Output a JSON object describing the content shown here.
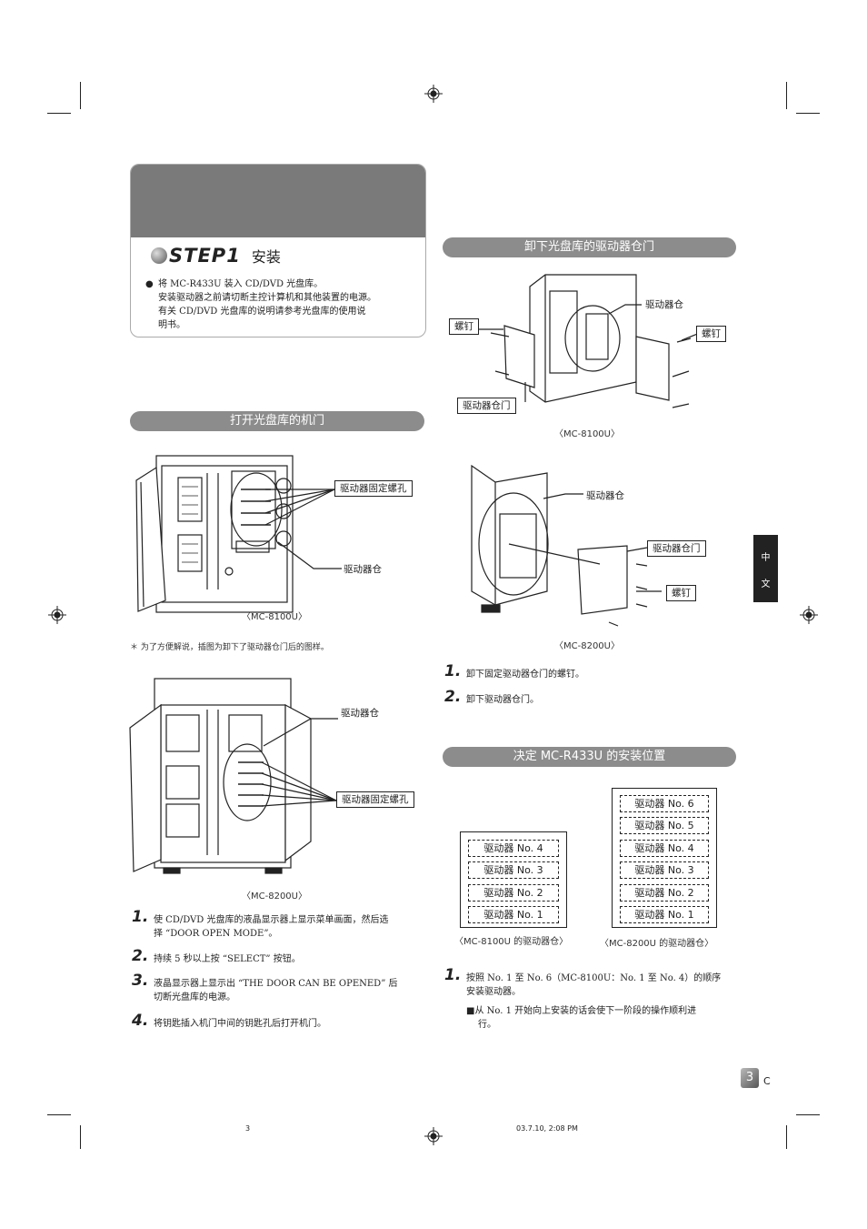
{
  "step": {
    "word": "STEP",
    "number": "1",
    "label": "安装",
    "bullet": "●",
    "lines": [
      "将 MC-R433U 装入 CD/DVD 光盘库。",
      "安装驱动器之前请切断主控计算机和其他装置的电源。",
      "有关 CD/DVD 光盘库的说明请参考光盘库的使用说",
      "明书。"
    ]
  },
  "left": {
    "heading": "打开光盘库的机门",
    "fig1": {
      "label_holes": "驱动器固定螺孔",
      "label_bay": "驱动器仓",
      "caption": "〈MC-8100U〉"
    },
    "note": "＊ 为了方便解说，插图为卸下了驱动器仓门后的图样。",
    "fig2": {
      "label_bay": "驱动器仓",
      "label_holes": "驱动器固定螺孔",
      "caption": "〈MC-8200U〉"
    },
    "steps": [
      {
        "num": "1.",
        "text": [
          "使 CD/DVD 光盘库的液晶显示器上显示菜单画面，然后选",
          "择 “DOOR OPEN MODE”。"
        ]
      },
      {
        "num": "2.",
        "text": [
          "持续 5 秒以上按 “SELECT” 按钮。"
        ]
      },
      {
        "num": "3.",
        "text": [
          "液晶显示器上显示出 “THE DOOR CAN BE OPENED” 后",
          "切断光盘库的电源。"
        ]
      },
      {
        "num": "4.",
        "text": [
          "将钥匙插入机门中间的钥匙孔后打开机门。"
        ]
      }
    ]
  },
  "right": {
    "heading1": "卸下光盘库的驱动器仓门",
    "fig3": {
      "label_bay": "驱动器仓",
      "label_screw_left": "螺钉",
      "label_screw_right": "螺钉",
      "label_door": "驱动器仓门",
      "caption": "〈MC-8100U〉"
    },
    "fig4": {
      "label_bay": "驱动器仓",
      "label_door": "驱动器仓门",
      "label_screw": "螺钉",
      "caption": "〈MC-8200U〉"
    },
    "steps1": [
      {
        "num": "1.",
        "text": [
          "卸下固定驱动器仓门的螺钉。"
        ]
      },
      {
        "num": "2.",
        "text": [
          "卸下驱动器仓门。"
        ]
      }
    ],
    "heading2": "决定 MC-R433U 的安装位置",
    "bays_8100": [
      "驱动器 No. 4",
      "驱动器 No. 3",
      "驱动器 No. 2",
      "驱动器 No. 1"
    ],
    "bays_8200": [
      "驱动器 No. 6",
      "驱动器 No. 5",
      "驱动器 No. 4",
      "驱动器 No. 3",
      "驱动器 No. 2",
      "驱动器 No. 1"
    ],
    "caption_8100": "〈MC-8100U 的驱动器仓〉",
    "caption_8200": "〈MC-8200U 的驱动器仓〉",
    "steps2": [
      {
        "num": "1.",
        "text": [
          "按照 No. 1 至 No. 6（MC-8100U：No. 1 至 No. 4）的顺序",
          "安装驱动器。"
        ]
      }
    ],
    "tip_marker": "■",
    "tip": [
      "从 No. 1 开始向上安装的话会使下一阶段的操作顺利进",
      "行。"
    ]
  },
  "side_tab": [
    "中",
    "文"
  ],
  "page_number": "3",
  "page_suffix": "C",
  "footer_left": "3",
  "footer_right": "03.7.10, 2:08 PM"
}
